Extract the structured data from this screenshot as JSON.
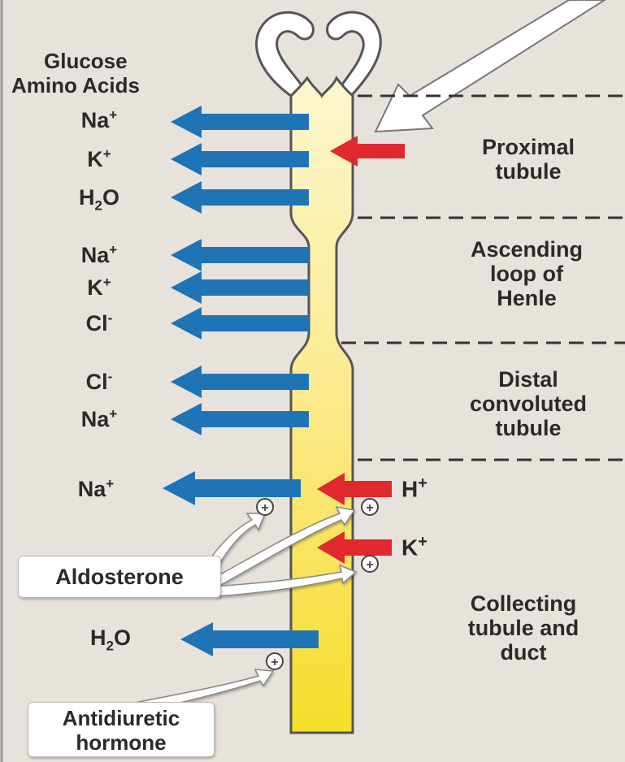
{
  "labels": {
    "glucose": "Glucose",
    "amino_acids": "Amino Acids",
    "na_1": "Na",
    "na_1_sup": "+",
    "k_1": "K",
    "k_1_sup": "+",
    "h2o_1_a": "H",
    "h2o_1_sub": "2",
    "h2o_1_b": "O",
    "na_2": "Na",
    "na_2_sup": "+",
    "k_2": "K",
    "k_2_sup": "+",
    "cl_1": "Cl",
    "cl_1_sup": "-",
    "cl_2": "Cl",
    "cl_2_sup": "-",
    "na_3": "Na",
    "na_3_sup": "+",
    "na_4": "Na",
    "na_4_sup": "+",
    "h_plus": "H",
    "h_plus_sup": "+",
    "k_plus": "K",
    "k_plus_sup": "+",
    "h2o_2_a": "H",
    "h2o_2_sub": "2",
    "h2o_2_b": "O",
    "plus_sign": "+"
  },
  "regions": {
    "proximal": [
      "Proximal",
      "tubule"
    ],
    "ascending": [
      "Ascending",
      "loop of",
      "Henle"
    ],
    "distal": [
      "Distal",
      "convoluted",
      "tubule"
    ],
    "collecting": [
      "Collecting",
      "tubule and",
      "duct"
    ]
  },
  "callouts": {
    "aldosterone": "Aldosterone",
    "adh": [
      "Antidiuretic",
      "hormone"
    ]
  },
  "colors": {
    "background": "#e8e2dc",
    "reabsorption_arrow": "#1f74b6",
    "secretion_arrow": "#e0282e",
    "tubule_fill": "#fbe98a",
    "tubule_outline": "#555555",
    "callout_box": "#ffffff"
  }
}
